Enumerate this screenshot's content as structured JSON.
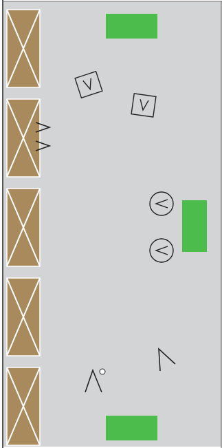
{
  "colors": {
    "floor": "#d3d4d6",
    "frame": "#555555",
    "shelf": "#a88a5c",
    "shelf_cross": "#ffffff",
    "zone": "#4cbc4c",
    "marker_stroke": "#222222",
    "robot": "#ffffff"
  },
  "shelves": [
    {
      "id": "shelf-1"
    },
    {
      "id": "shelf-2"
    },
    {
      "id": "shelf-3"
    },
    {
      "id": "shelf-4"
    },
    {
      "id": "shelf-5"
    }
  ],
  "zones": [
    {
      "id": "zone-top"
    },
    {
      "id": "zone-right"
    },
    {
      "id": "zone-bottom"
    }
  ],
  "markers": [
    {
      "shape": "square",
      "glyph": "V",
      "rotation_deg": -18
    },
    {
      "shape": "square",
      "glyph": "V",
      "rotation_deg": 8
    },
    {
      "shape": "circle",
      "glyph": "<",
      "rotation_deg": 0
    },
    {
      "shape": "circle",
      "glyph": "<",
      "rotation_deg": 0
    }
  ],
  "arrows": [
    {
      "direction": "right"
    },
    {
      "direction": "right"
    },
    {
      "direction": "up"
    },
    {
      "direction": "up-left"
    }
  ],
  "robot": {
    "shape": "circle"
  }
}
